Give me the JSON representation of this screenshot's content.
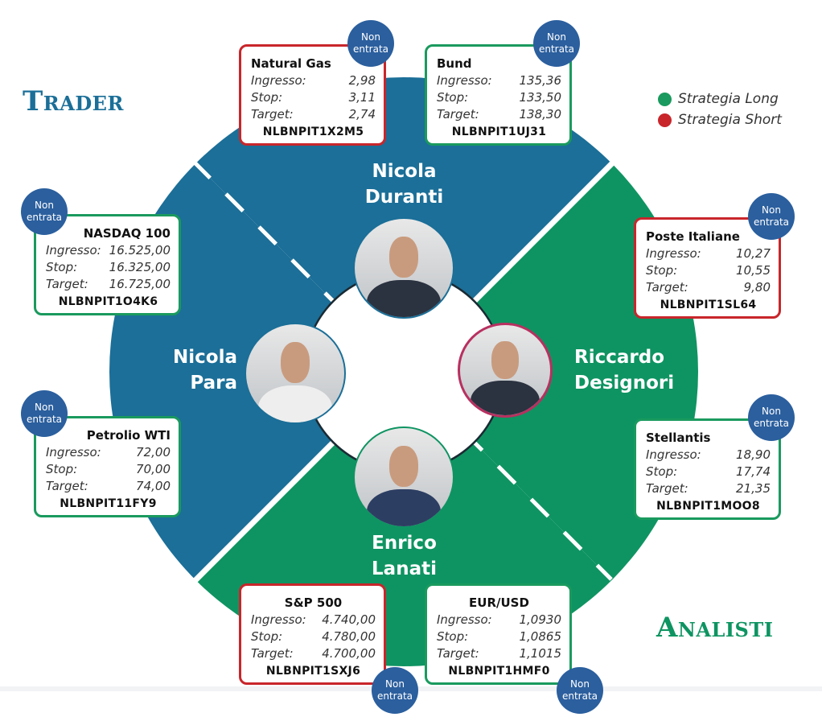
{
  "header": {
    "trader_label": "Trader",
    "analisti_label": "Analisti"
  },
  "legend": [
    {
      "label": "Strategia Long",
      "color": "#1a9a5e"
    },
    {
      "label": "Strategia Short",
      "color": "#c8262b"
    }
  ],
  "colors": {
    "blue": "#1b6f98",
    "green": "#0e9462",
    "long": "#1a9a5e",
    "short": "#c8262b",
    "badge": "#2b5f9e"
  },
  "people": [
    {
      "first": "Nicola",
      "last": "Duranti"
    },
    {
      "first": "Nicola",
      "last": "Para"
    },
    {
      "first": "Riccardo",
      "last": "Designori"
    },
    {
      "first": "Enrico",
      "last": "Lanati"
    }
  ],
  "labels": {
    "entry": "Ingresso:",
    "stop": "Stop:",
    "target": "Target:",
    "status": "Non entrata"
  },
  "cards": [
    {
      "title": "Natural Gas",
      "entry": "2,98",
      "stop": "3,11",
      "target": "2,74",
      "code": "NLBNPIT1X2M5",
      "strategy": "short",
      "status_line1": "Non",
      "status_line2": "entrata"
    },
    {
      "title": "Bund",
      "entry": "135,36",
      "stop": "133,50",
      "target": "138,30",
      "code": "NLBNPIT1UJ31",
      "strategy": "long",
      "status_line1": "Non",
      "status_line2": "entrata"
    },
    {
      "title": "NASDAQ 100",
      "entry": "16.525,00",
      "stop": "16.325,00",
      "target": "16.725,00",
      "code": "NLBNPIT1O4K6",
      "strategy": "long",
      "status_line1": "Non",
      "status_line2": "entrata"
    },
    {
      "title": "Petrolio WTI",
      "entry": "72,00",
      "stop": "70,00",
      "target": "74,00",
      "code": "NLBNPIT11FY9",
      "strategy": "long",
      "status_line1": "Non",
      "status_line2": "entrata"
    },
    {
      "title": "Poste Italiane",
      "entry": "10,27",
      "stop": "10,55",
      "target": "9,80",
      "code": "NLBNPIT1SL64",
      "strategy": "short",
      "status_line1": "Non",
      "status_line2": "entrata"
    },
    {
      "title": "Stellantis",
      "entry": "18,90",
      "stop": "17,74",
      "target": "21,35",
      "code": "NLBNPIT1MOO8",
      "strategy": "long",
      "status_line1": "Non",
      "status_line2": "entrata"
    },
    {
      "title": "S&P 500",
      "entry": "4.740,00",
      "stop": "4.780,00",
      "target": "4.700,00",
      "code": "NLBNPIT1SXJ6",
      "strategy": "short",
      "status_line1": "Non",
      "status_line2": "entrata"
    },
    {
      "title": "EUR/USD",
      "entry": "1,0930",
      "stop": "1,0865",
      "target": "1,1015",
      "code": "NLBNPIT1HMF0",
      "strategy": "long",
      "status_line1": "Non",
      "status_line2": "entrata"
    }
  ]
}
